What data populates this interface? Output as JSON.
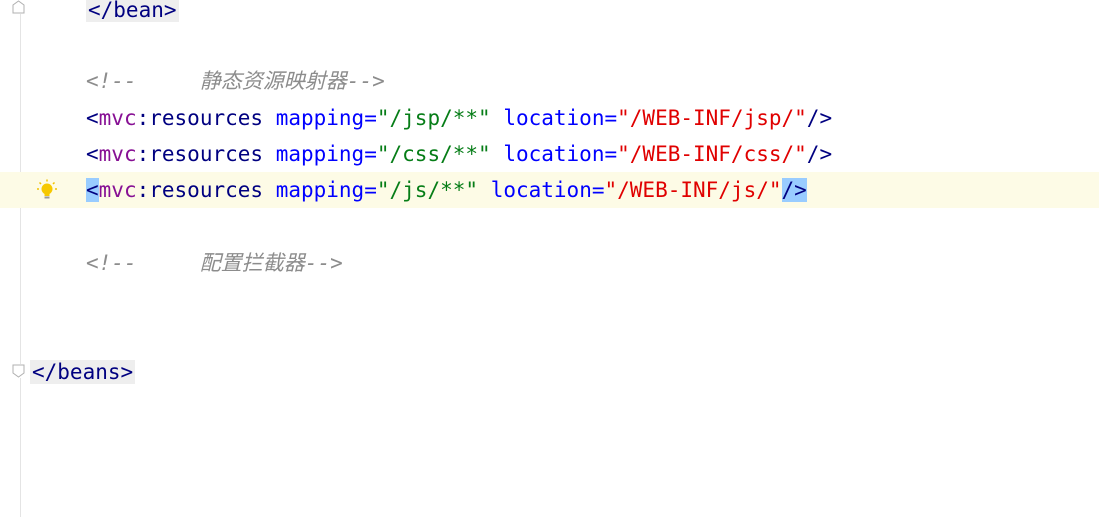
{
  "editor": {
    "lines": [
      {
        "id": "bean-close",
        "text": "</bean>"
      },
      {
        "id": "comment-1",
        "open": "<!--",
        "text": "静态资源映射器",
        "close": "-->"
      },
      {
        "id": "res-jsp",
        "open": "<",
        "ns": "mvc",
        "colon": ":",
        "tag": "resources",
        "attr1": "mapping",
        "eq1": "=",
        "val1": "\"/jsp/**\"",
        "attr2": "location",
        "eq2": "=",
        "val2": "\"/WEB-INF/jsp/\"",
        "end": "/>"
      },
      {
        "id": "res-css",
        "open": "<",
        "ns": "mvc",
        "colon": ":",
        "tag": "resources",
        "attr1": "mapping",
        "eq1": "=",
        "val1": "\"/css/**\"",
        "attr2": "location",
        "eq2": "=",
        "val2": "\"/WEB-INF/css/\"",
        "end": "/>"
      },
      {
        "id": "res-js",
        "open": "<",
        "ns": "mvc",
        "colon": ":",
        "tag": "resources",
        "attr1": "mapping",
        "eq1": "=",
        "val1": "\"/js/**\"",
        "attr2": "location",
        "eq2": "=",
        "val2": "\"/WEB-INF/js/\"",
        "end": "/>"
      },
      {
        "id": "comment-2",
        "open": "<!--",
        "text": "配置拦截器",
        "close": "-->"
      },
      {
        "id": "beans-close",
        "text": "</beans>"
      }
    ],
    "current_line": "res-js",
    "icons": {
      "intention": "lightbulb-icon",
      "fold": "fold-marker-icon"
    },
    "colors": {
      "tag": "#000080",
      "namespace": "#871094",
      "attribute": "#0000ff",
      "string": "#067d17",
      "string_path": "#e00000",
      "comment": "#8c8c8c",
      "current_line_bg": "#fdfbe6",
      "brace_match": "#99ccff"
    }
  }
}
